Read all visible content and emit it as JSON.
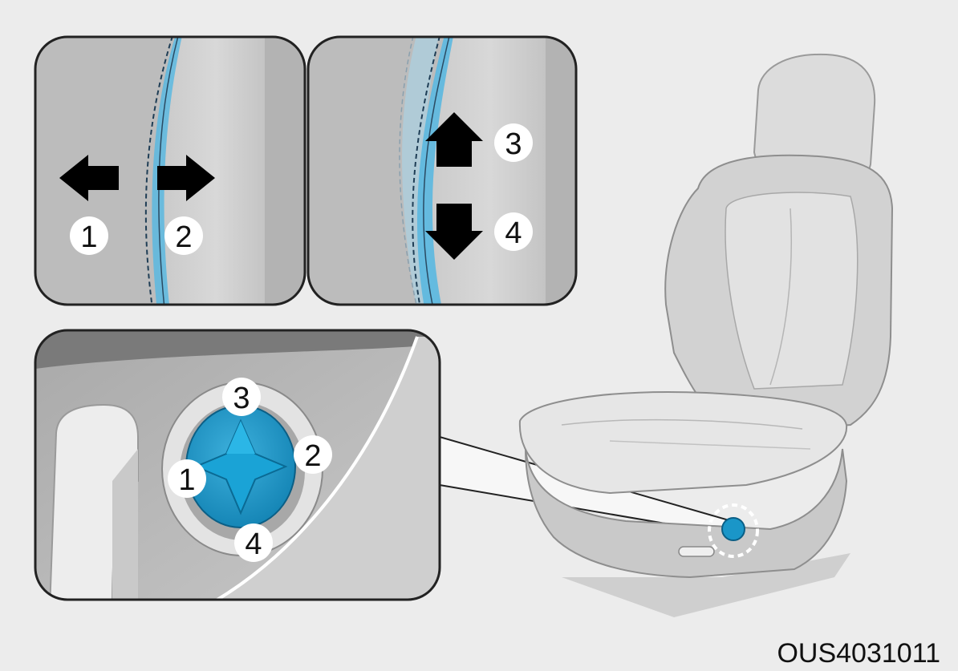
{
  "figure_code": "OUS4031011",
  "callouts": {
    "top_left_1": "1",
    "top_left_2": "2",
    "top_right_3": "3",
    "top_right_4": "4",
    "knob_1": "1",
    "knob_2": "2",
    "knob_3": "3",
    "knob_4": "4"
  },
  "colors": {
    "background": "#ececec",
    "cushion_blue": "#5bb8e0",
    "knob_blue": "#1a96c8",
    "panel_gray": "#bdbdbd",
    "outline": "#222222"
  },
  "icons": {
    "arrow_left": "arrow-left-icon",
    "arrow_right": "arrow-right-icon",
    "arrow_up": "arrow-up-icon",
    "arrow_down": "arrow-down-icon"
  }
}
